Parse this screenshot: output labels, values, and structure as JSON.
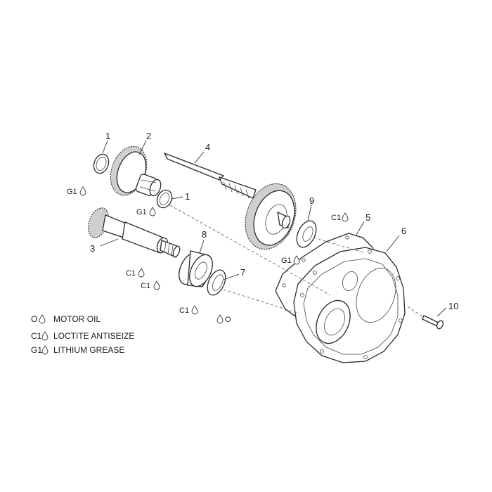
{
  "callouts": {
    "c1": "1",
    "c2": "2",
    "c3": "3",
    "c4": "4",
    "c1b": "1",
    "c5": "5",
    "c6": "6",
    "c7": "7",
    "c8": "8",
    "c9": "9",
    "c10": "10"
  },
  "codes": {
    "g1_gear2": "G1",
    "g1_ring1b": "G1",
    "c1_shaft3_a": "C1",
    "c1_shaft3_b": "C1",
    "c1_bearing8": "C1",
    "o_seal7": "O",
    "c1_bearing9": "C1",
    "g1_bearing9": "G1"
  },
  "legend": [
    {
      "code": "O",
      "label": "MOTOR OIL"
    },
    {
      "code": "C1",
      "label": "LOCTITE ANTISEIZE"
    },
    {
      "code": "G1",
      "label": "LITHIUM GREASE"
    }
  ],
  "icons": [
    "lubricant-drop-icon"
  ]
}
